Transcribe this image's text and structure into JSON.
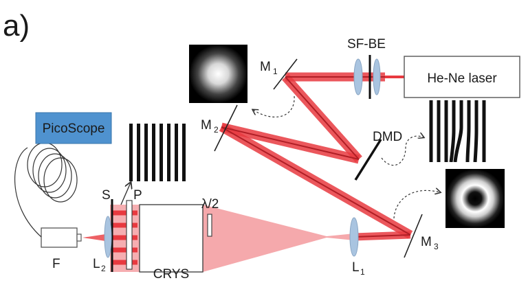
{
  "panel_label": "a)",
  "components": {
    "laser": "He-Ne laser",
    "sf_be": "SF-BE",
    "mirror1": "M",
    "mirror1_sub": "1",
    "mirror2": "M",
    "mirror2_sub": "2",
    "mirror3": "M",
    "mirror3_sub": "3",
    "dmd": "DMD",
    "picoscope": "PicoScope",
    "lens1": "L",
    "lens1_sub": "1",
    "lens2": "L",
    "lens2_sub": "2",
    "slit": "S",
    "polarizer": "P",
    "waveplate": "λ/2",
    "crystal": "CRYS",
    "fiber": "F"
  },
  "colors": {
    "beam": "#e8393f",
    "beam_light": "#f08a8e",
    "beam_fill": "#f4a0a3",
    "picoscope_fill": "#4f92cf",
    "lens": "#a9c4e0"
  }
}
